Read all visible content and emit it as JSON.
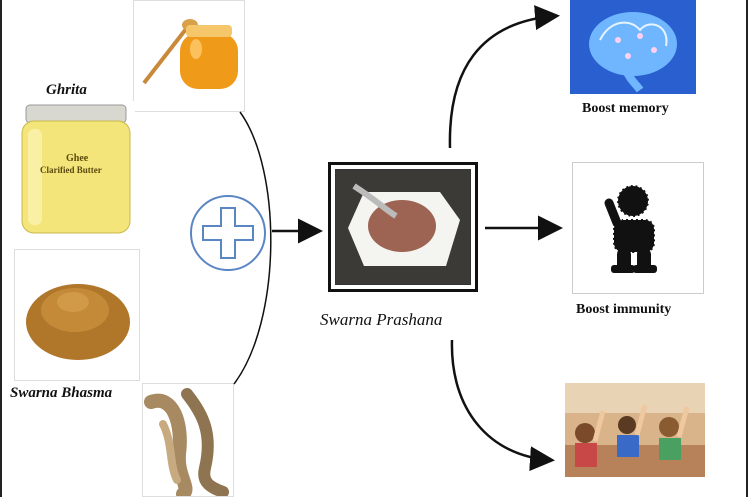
{
  "labels": {
    "ghrita": "Ghrita",
    "jar_text_line1": "Ghee",
    "jar_text_line2": "Clarified Butter",
    "swarna_bhasma": "Swarna Bhasma",
    "swarna_prashana": "Swarna Prashana",
    "boost_memory": "Boost memory",
    "boost_immunity": "Boost immunity"
  },
  "colors": {
    "plus_blue": "#5b86c4",
    "ghee_yellow": "#f3e579",
    "honey_orange": "#f09a1a",
    "powder_brown": "#b0762a",
    "brain_blue": "#2a5fd0"
  }
}
